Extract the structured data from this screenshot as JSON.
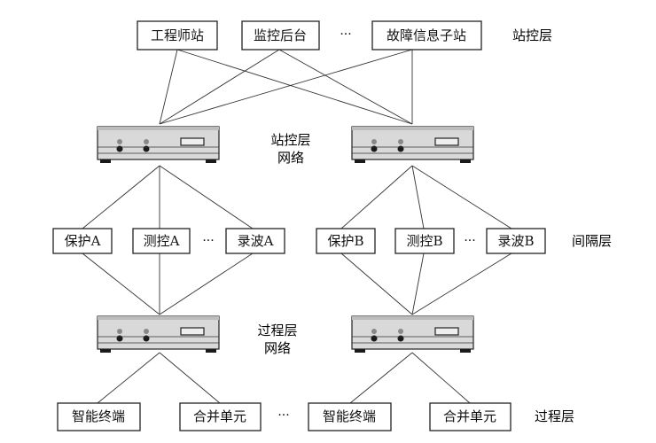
{
  "station_layer": {
    "boxes": [
      "工程师站",
      "监控后台",
      "故障信息子站"
    ],
    "ellipsis": "···",
    "label": "站控层"
  },
  "station_network": {
    "label_line1": "站控层",
    "label_line2": "网络"
  },
  "bay_layer": {
    "group_a": [
      "保护A",
      "测控A",
      "录波A"
    ],
    "group_b": [
      "保护B",
      "测控B",
      "录波B"
    ],
    "ellipsis": "···",
    "label": "间隔层"
  },
  "process_network": {
    "label_line1": "过程层",
    "label_line2": "网络"
  },
  "process_layer": {
    "boxes": [
      "智能终端",
      "合并单元",
      "智能终端",
      "合并单元"
    ],
    "ellipsis": "···",
    "label": "过程层"
  },
  "colors": {
    "switch_body": "#d9d9d9",
    "switch_dark": "#1a1a1a",
    "led": "#888888",
    "line": "#333333"
  }
}
